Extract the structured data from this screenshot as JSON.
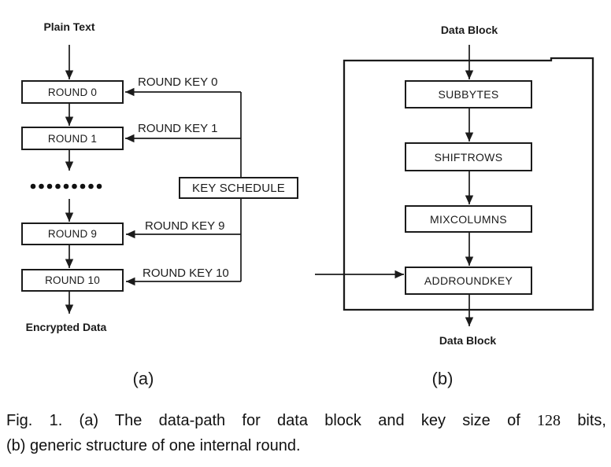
{
  "diagram": {
    "panel_a": {
      "label": "(a)",
      "input_label": "Plain Text",
      "output_label": "Encrypted Data",
      "round_boxes": [
        "ROUND 0",
        "ROUND 1",
        "ROUND 9",
        "ROUND 10"
      ],
      "round_key_labels": [
        "ROUND KEY 0",
        "ROUND KEY 1",
        "ROUND KEY 9",
        "ROUND KEY 10"
      ],
      "key_schedule_label": "KEY SCHEDULE",
      "ellipsis_dot_count": 9
    },
    "panel_b": {
      "label": "(b)",
      "input_label": "Data Block",
      "output_label": "Data Block",
      "stage_boxes": [
        "SUBBYTES",
        "SHIFTROWS",
        "MIXCOLUMNS",
        "ADDROUNDKEY"
      ]
    }
  },
  "caption": {
    "line1_before_number": "Fig. 1. (a) The data-path for data block and key size of",
    "number": "128",
    "line1_after_number": "bits,",
    "line2": "(b) generic structure of one internal round."
  },
  "colors": {
    "ink": "#1b1b1b",
    "paper": "#ffffff"
  }
}
